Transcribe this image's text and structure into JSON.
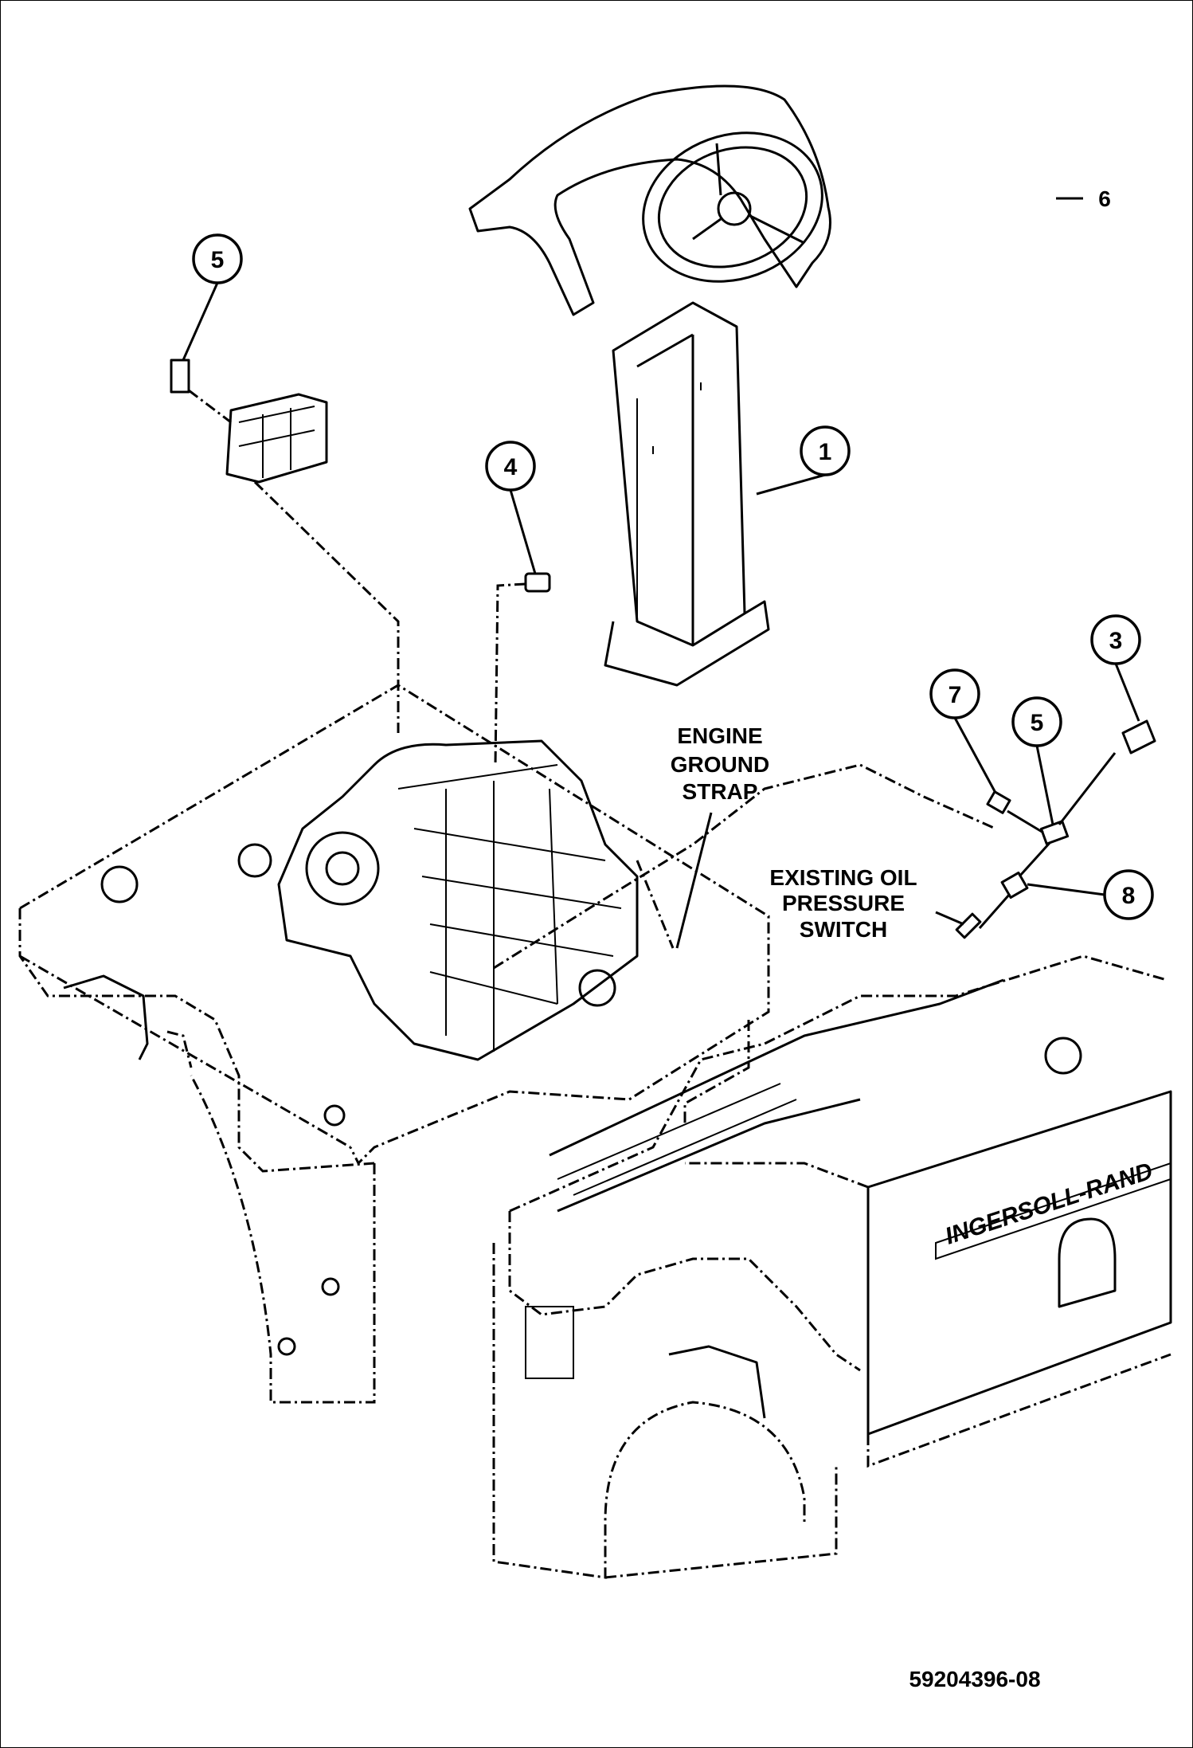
{
  "diagram": {
    "callouts": [
      {
        "id": "callout-5-top",
        "label": "5"
      },
      {
        "id": "callout-4",
        "label": "4"
      },
      {
        "id": "callout-1",
        "label": "1"
      },
      {
        "id": "callout-3",
        "label": "3"
      },
      {
        "id": "callout-7",
        "label": "7"
      },
      {
        "id": "callout-5-right",
        "label": "5"
      },
      {
        "id": "callout-8",
        "label": "8"
      }
    ],
    "reference_item": "6",
    "labels": {
      "engine_ground_strap": [
        "ENGINE",
        "GROUND",
        "STRAP"
      ],
      "oil_pressure_switch": [
        "EXISTING OIL",
        "PRESSURE",
        "SWITCH"
      ]
    },
    "drawing_number": "59204396-08",
    "frame_lettering": "INGERSOLL-RAND"
  }
}
